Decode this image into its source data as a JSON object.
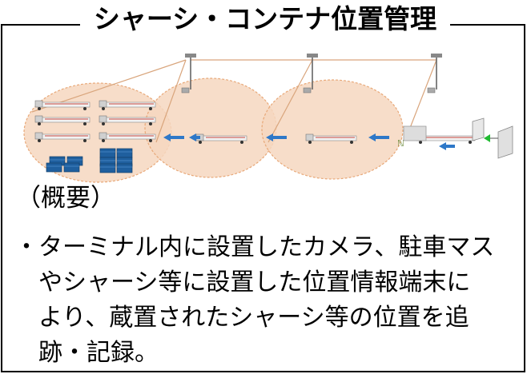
{
  "title": "シャーシ・コンテナ位置管理",
  "summary_label": "（概要）",
  "description_lines": [
    "・ターミナル内に設置したカメラ、駐車マス",
    "　やシャーシ等に設置した位置情報端末に",
    "　より、蔵置されたシャーシ等の位置を追",
    "　跡・記録。"
  ],
  "colors": {
    "zone_fill": "#f6d7bf",
    "zone_stroke": "#e8a878",
    "arrow": "#2e78c8",
    "container": "#1f5f9e",
    "camera_line": "#d9a57c",
    "trailer_stripe": "#c8463c",
    "gate_marker": "#22bb33"
  }
}
